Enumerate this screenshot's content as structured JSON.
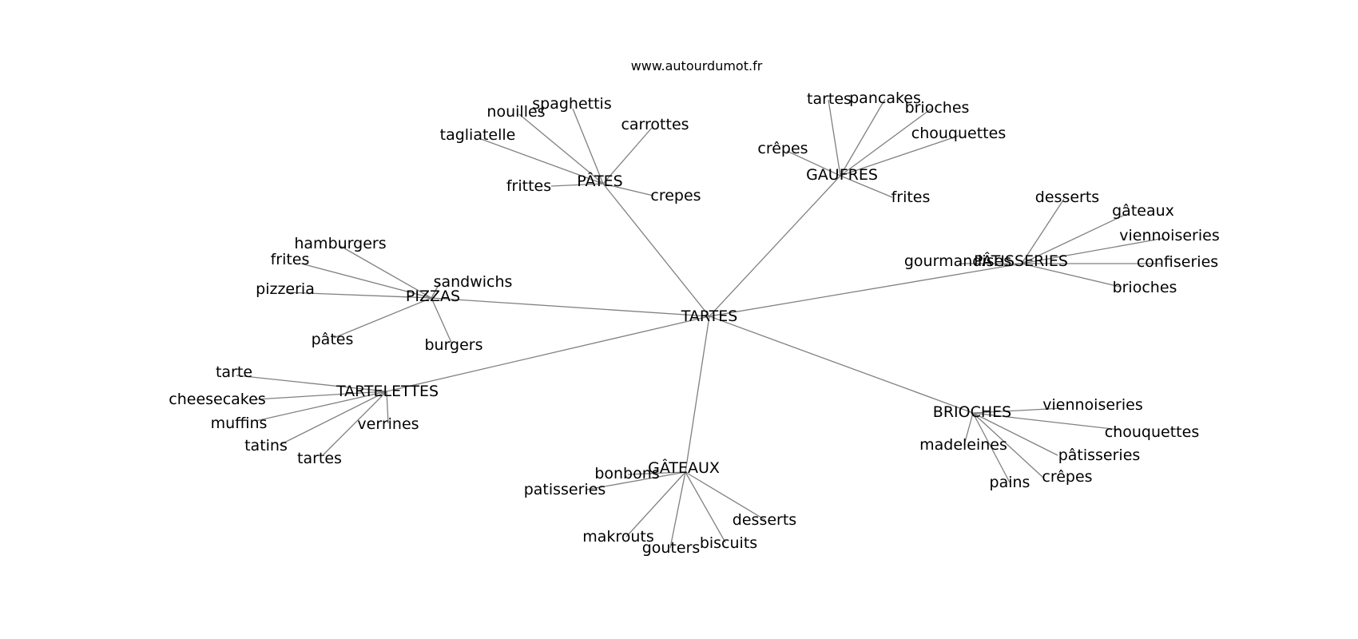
{
  "source": "www.autourdumot.fr",
  "graph": {
    "center": {
      "id": "tartes-center",
      "label": "TARTES"
    },
    "hubs": [
      {
        "id": "pates",
        "label": "PÂTES",
        "children": [
          {
            "id": "pates-spaghettis",
            "label": "spaghettis"
          },
          {
            "id": "pates-nouilles",
            "label": "nouilles"
          },
          {
            "id": "pates-carrottes",
            "label": "carrottes"
          },
          {
            "id": "pates-tagliatelle",
            "label": "tagliatelle"
          },
          {
            "id": "pates-frittes",
            "label": "frittes"
          },
          {
            "id": "pates-crepes",
            "label": "crepes"
          }
        ]
      },
      {
        "id": "gaufres",
        "label": "GAUFRES",
        "children": [
          {
            "id": "gaufres-tartes",
            "label": "tartes"
          },
          {
            "id": "gaufres-pancakes",
            "label": "pancakes"
          },
          {
            "id": "gaufres-brioches",
            "label": "brioches"
          },
          {
            "id": "gaufres-chouquettes",
            "label": "chouquettes"
          },
          {
            "id": "gaufres-crepes",
            "label": "crêpes"
          },
          {
            "id": "gaufres-frites",
            "label": "frites"
          }
        ]
      },
      {
        "id": "patisseries",
        "label": "PÂTISSERIES",
        "children": [
          {
            "id": "patisseries-desserts",
            "label": "desserts"
          },
          {
            "id": "patisseries-gateaux",
            "label": "gâteaux"
          },
          {
            "id": "patisseries-viennoiseries",
            "label": "viennoiseries"
          },
          {
            "id": "patisseries-gourmandises",
            "label": "gourmandises"
          },
          {
            "id": "patisseries-confiseries",
            "label": "confiseries"
          },
          {
            "id": "patisseries-brioches",
            "label": "brioches"
          }
        ]
      },
      {
        "id": "pizzas",
        "label": "PIZZAS",
        "children": [
          {
            "id": "pizzas-hamburgers",
            "label": "hamburgers"
          },
          {
            "id": "pizzas-frites",
            "label": "frites"
          },
          {
            "id": "pizzas-sandwichs",
            "label": "sandwichs"
          },
          {
            "id": "pizzas-pizzeria",
            "label": "pizzeria"
          },
          {
            "id": "pizzas-pates",
            "label": "pâtes"
          },
          {
            "id": "pizzas-burgers",
            "label": "burgers"
          }
        ]
      },
      {
        "id": "tartelettes",
        "label": "TARTELETTES",
        "children": [
          {
            "id": "tartelettes-tarte",
            "label": "tarte"
          },
          {
            "id": "tartelettes-cheesecakes",
            "label": "cheesecakes"
          },
          {
            "id": "tartelettes-muffins",
            "label": "muffins"
          },
          {
            "id": "tartelettes-verrines",
            "label": "verrines"
          },
          {
            "id": "tartelettes-tatins",
            "label": "tatins"
          },
          {
            "id": "tartelettes-tartes",
            "label": "tartes"
          }
        ]
      },
      {
        "id": "brioches",
        "label": "BRIOCHES",
        "children": [
          {
            "id": "brioches-viennoiseries",
            "label": "viennoiseries"
          },
          {
            "id": "brioches-chouquettes",
            "label": "chouquettes"
          },
          {
            "id": "brioches-madeleines",
            "label": "madeleines"
          },
          {
            "id": "brioches-patisseries",
            "label": "pâtisseries"
          },
          {
            "id": "brioches-crepes",
            "label": "crêpes"
          },
          {
            "id": "brioches-pains",
            "label": "pains"
          }
        ]
      },
      {
        "id": "gateaux",
        "label": "GÂTEAUX",
        "children": [
          {
            "id": "gateaux-bonbons",
            "label": "bonbons"
          },
          {
            "id": "gateaux-patisseries",
            "label": "patisseries"
          },
          {
            "id": "gateaux-desserts",
            "label": "desserts"
          },
          {
            "id": "gateaux-makrouts",
            "label": "makrouts"
          },
          {
            "id": "gateaux-biscuits",
            "label": "biscuits"
          },
          {
            "id": "gateaux-gouters",
            "label": "gouters"
          }
        ]
      }
    ]
  }
}
